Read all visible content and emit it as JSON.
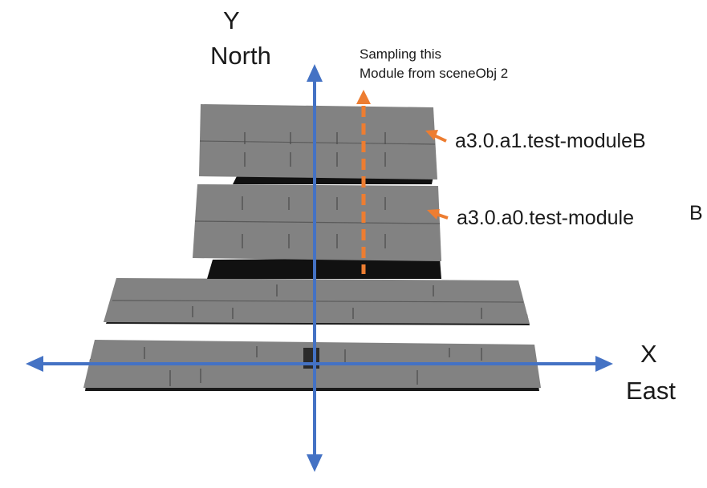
{
  "axes": {
    "y_letter": "Y",
    "y_name": "North",
    "x_letter": "X",
    "x_name": "East"
  },
  "annotation": {
    "line1": "Sampling this",
    "line2": "Module from sceneObj 2"
  },
  "modules": {
    "upper_label": "a3.0.a1.test-moduleB",
    "lower_label_main": "a3.0.a0.test-module",
    "lower_label_suffix": "B"
  },
  "colors": {
    "axis": "#4472c4",
    "arrow": "#ed7d31",
    "panel": "#7f7f7f",
    "panel_shadow": "#1a1a1a"
  }
}
